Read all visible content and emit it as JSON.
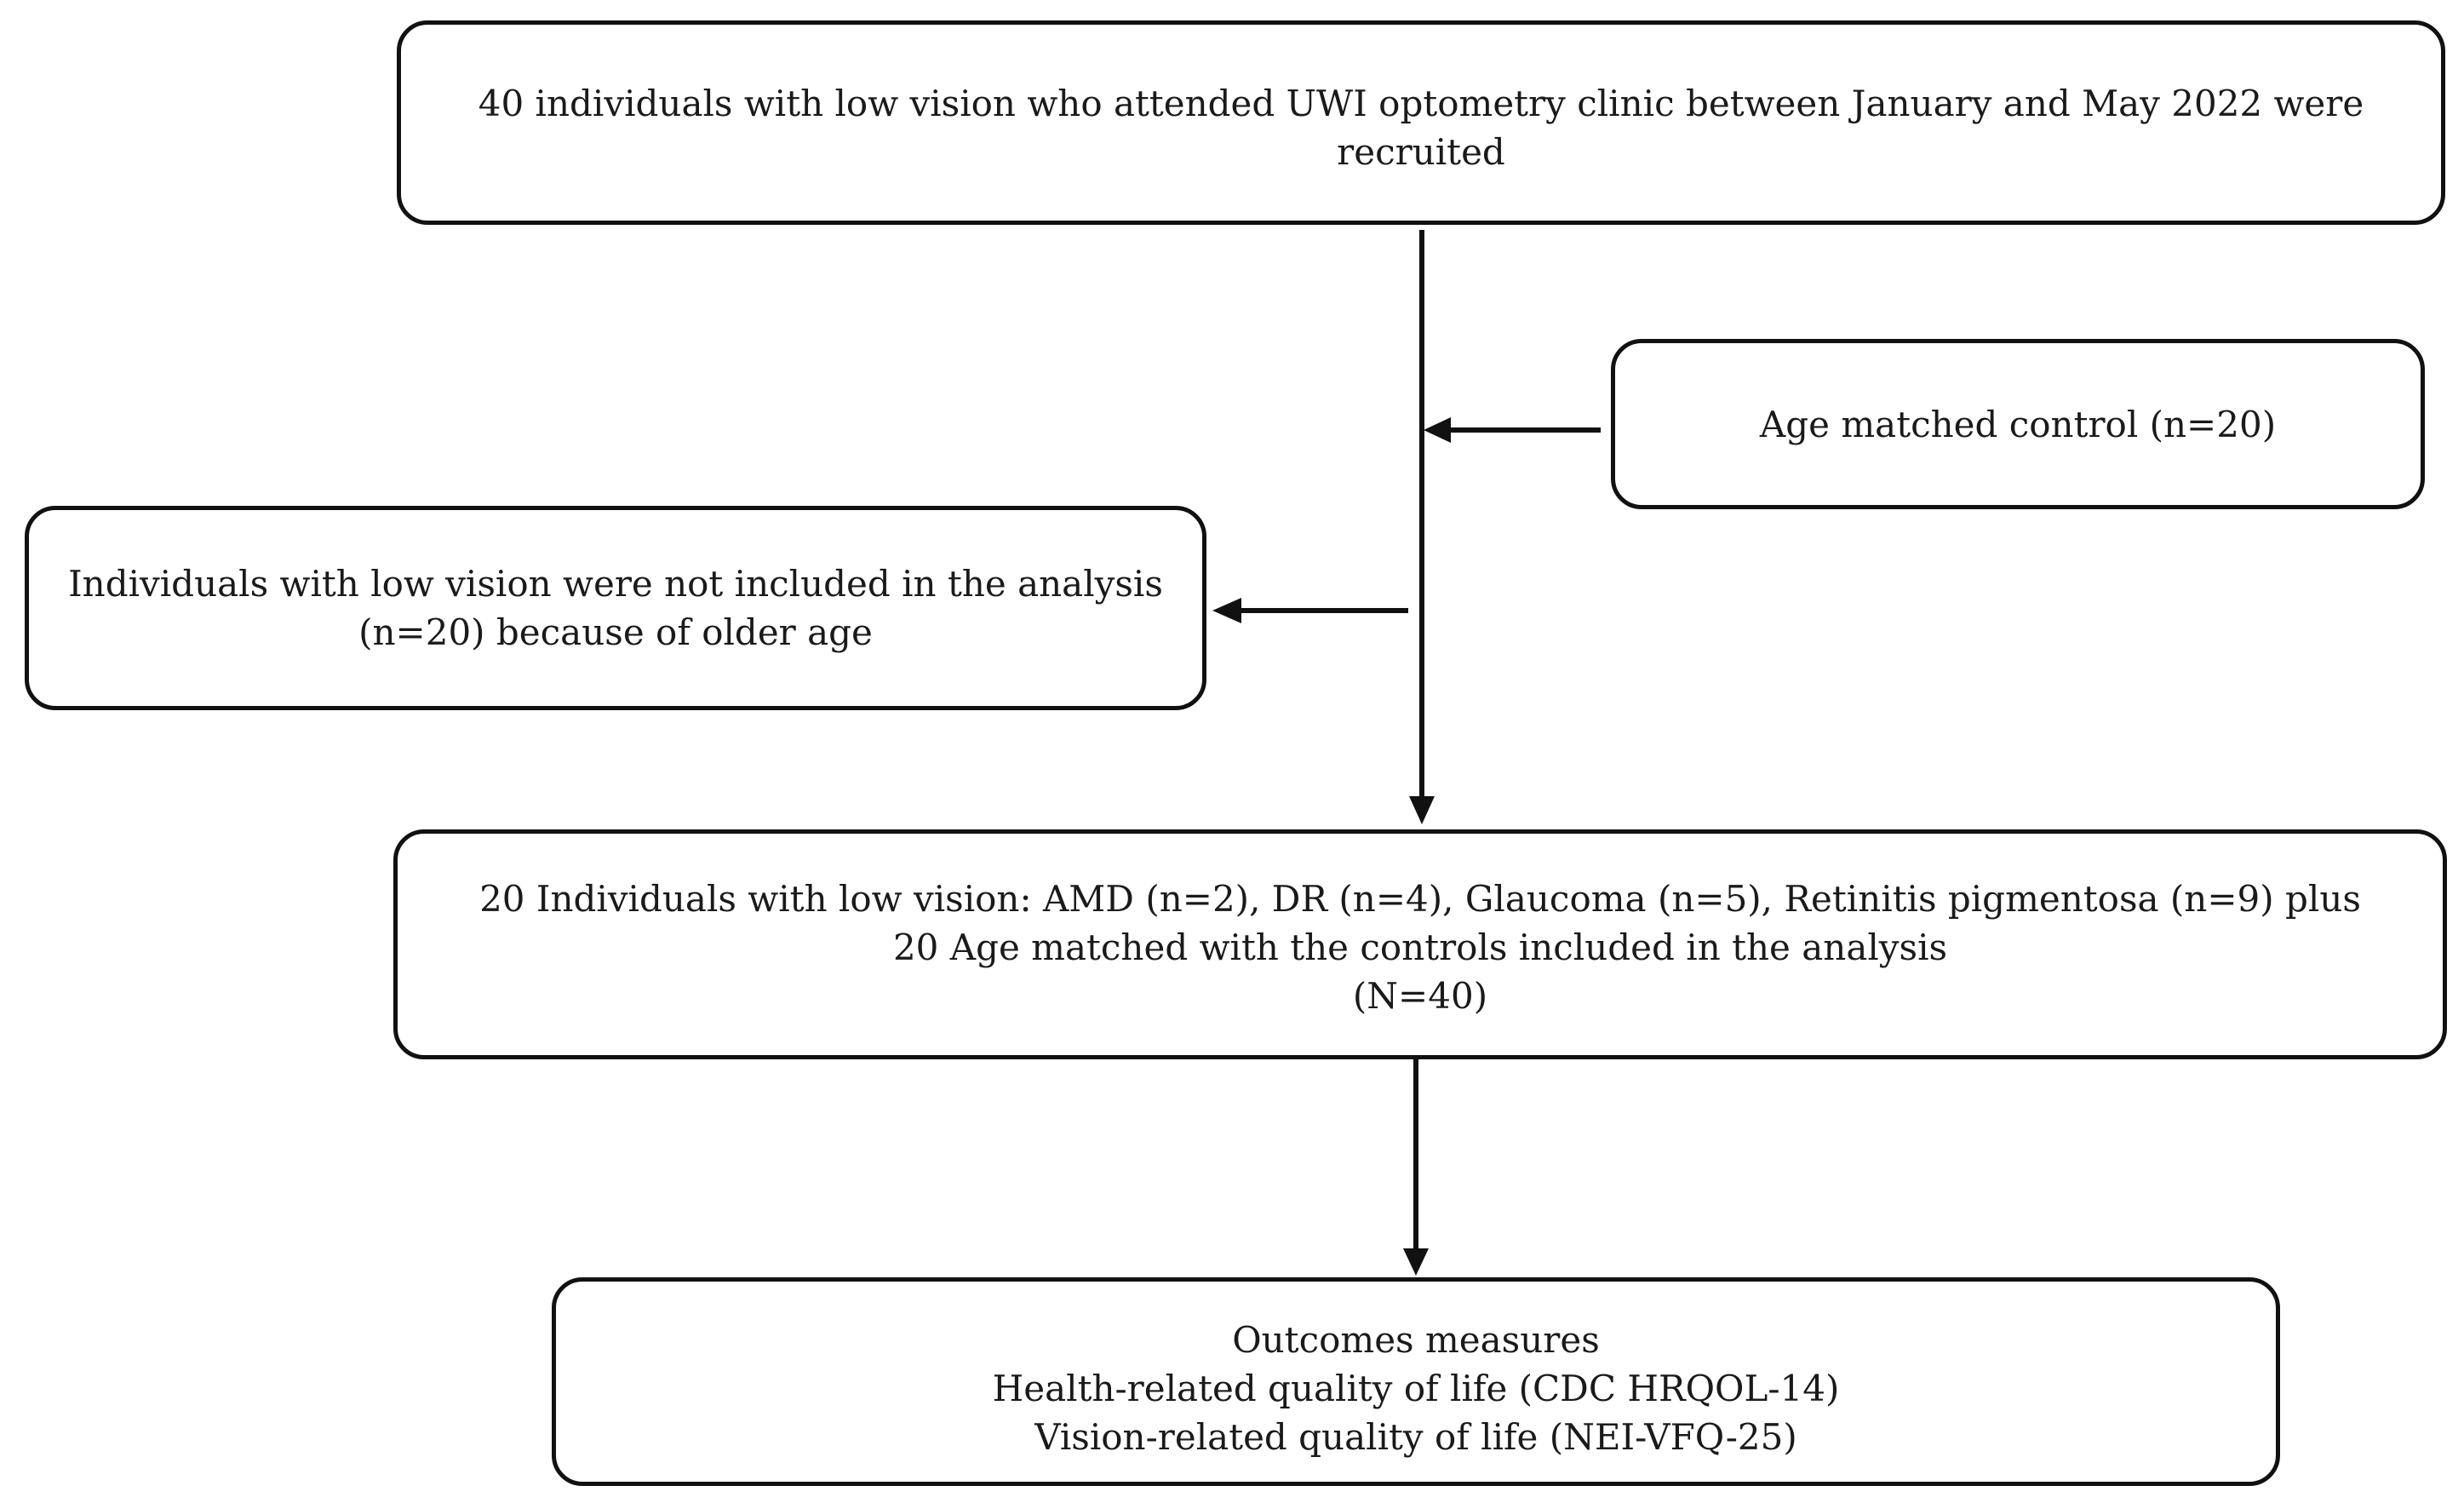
{
  "flowchart": {
    "recruited": {
      "lines": [
        "40 individuals with low vision who attended UWI optometry clinic between January and May 2022 were",
        "recruited"
      ]
    },
    "control": {
      "lines": [
        "Age matched control (n=20)"
      ]
    },
    "excluded": {
      "lines": [
        "Individuals with low vision were not included in the analysis",
        "(n=20) because of older age"
      ]
    },
    "included": {
      "lines": [
        "20 Individuals with low vision: AMD (n=2), DR (n=4), Glaucoma (n=5), Retinitis pigmentosa (n=9) plus",
        "20 Age matched with the controls included in the analysis",
        "(N=40)"
      ]
    },
    "outcomes": {
      "lines": [
        "Outcomes measures",
        "Health-related quality of life (CDC  HRQOL-14)",
        "Vision-related quality of life (NEI-VFQ-25)"
      ]
    }
  },
  "colors": {
    "stroke": "#111111",
    "text": "#1a1a1a",
    "background": "#ffffff"
  }
}
